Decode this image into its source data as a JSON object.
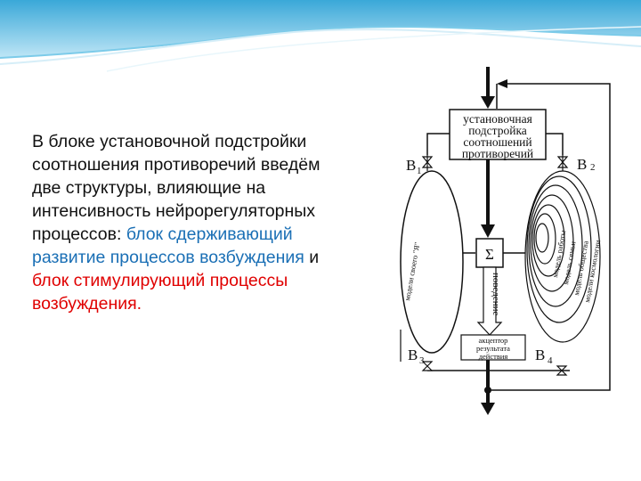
{
  "text": {
    "intro": "В блоке установочной подстройки соотношения противоречий введём две структуры, влияющие на интенсивность нейрорегуляторных процессов: ",
    "blue_part": "блок сдерживающий развитие процессов возбуждения",
    "connector": " и ",
    "red_part": "блок стимулирующий процессы возбуждения.",
    "blue_color": "#1a6fb5",
    "red_color": "#e00000"
  },
  "diagram": {
    "top_box": [
      "установочная",
      "подстройка",
      "соотношений",
      "противоречий"
    ],
    "sum_symbol": "Σ",
    "behavior": "поведение",
    "acceptor": [
      "акцептор",
      "результата",
      "действия"
    ],
    "valves": [
      {
        "letter": "B",
        "sub": "1"
      },
      {
        "letter": "B",
        "sub": "2"
      },
      {
        "letter": "B",
        "sub": "3"
      },
      {
        "letter": "B",
        "sub": "4"
      }
    ],
    "left_ellipse_label": "модели своего \"Я\"",
    "right_labels": [
      "модель работы",
      "модель семьи",
      "модель общества",
      "модели космологии"
    ]
  }
}
